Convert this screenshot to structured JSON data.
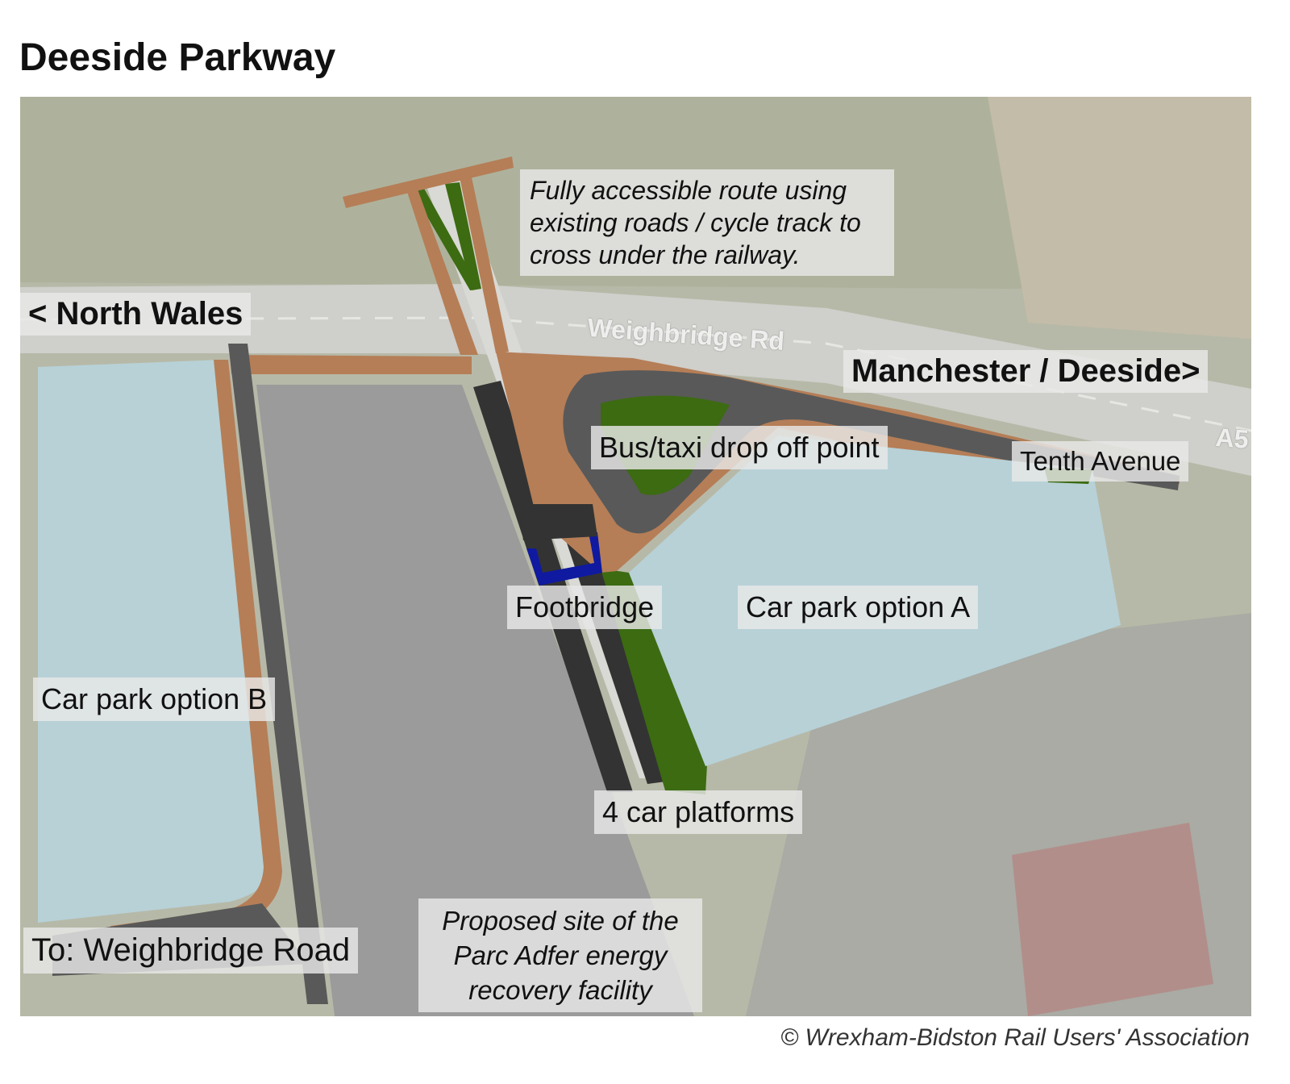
{
  "title": "Deeside Parkway",
  "labels": {
    "north_wales": "< North Wales",
    "manchester": "Manchester / Deeside>",
    "road_name": "Weighbridge Rd",
    "road_number": "A5",
    "accessible_route": "Fully accessible route using existing roads / cycle track to cross under the railway.",
    "bus_taxi": "Bus/taxi drop off point",
    "tenth_avenue": "Tenth Avenue",
    "footbridge": "Footbridge",
    "car_park_a": "Car park option A",
    "car_park_b": "Car park option B",
    "platforms": "4 car platforms",
    "weighbridge_road": "To: Weighbridge Road",
    "energy_facility": "Proposed site of the Parc Adfer energy recovery facility"
  },
  "copyright": "© Wrexham-Bidston Rail Users' Association",
  "colors": {
    "car_park": "#b7d1d7",
    "path": "#b57e57",
    "road": "#595959",
    "platform": "#333333",
    "green": "#3c6b12",
    "footbridge": "#0f1aa0",
    "facility_site": "#9b9b9b"
  }
}
